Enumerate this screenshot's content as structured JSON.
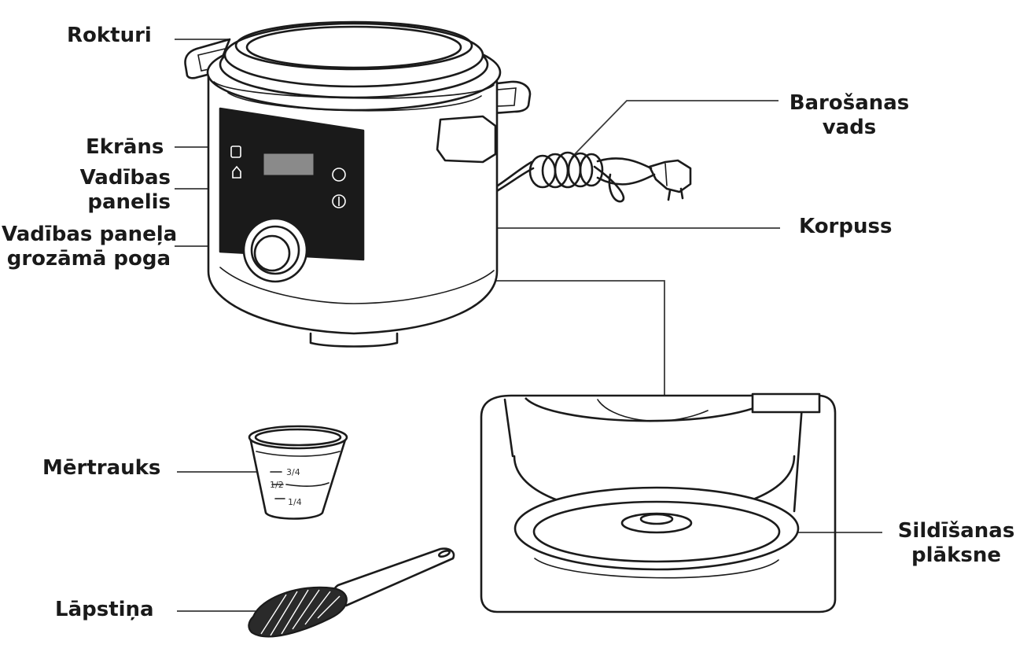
{
  "labels": {
    "handles": "Rokturi",
    "screen": "Ekrāns",
    "control_panel_line1": "Vadības",
    "control_panel_line2": "panelis",
    "knob_line1": "Vadības paneļa",
    "knob_line2": "grozāmā poga",
    "power_cord_line1": "Barošanas",
    "power_cord_line2": "vads",
    "body": "Korpuss",
    "heating_plate_line1": "Sildīšanas",
    "heating_plate_line2": "plāksne",
    "measuring_cup": "Mērtrauks",
    "spatula": "Lāpstiņa"
  },
  "cup_marks": [
    "3/4",
    "1/2",
    "1/4"
  ]
}
